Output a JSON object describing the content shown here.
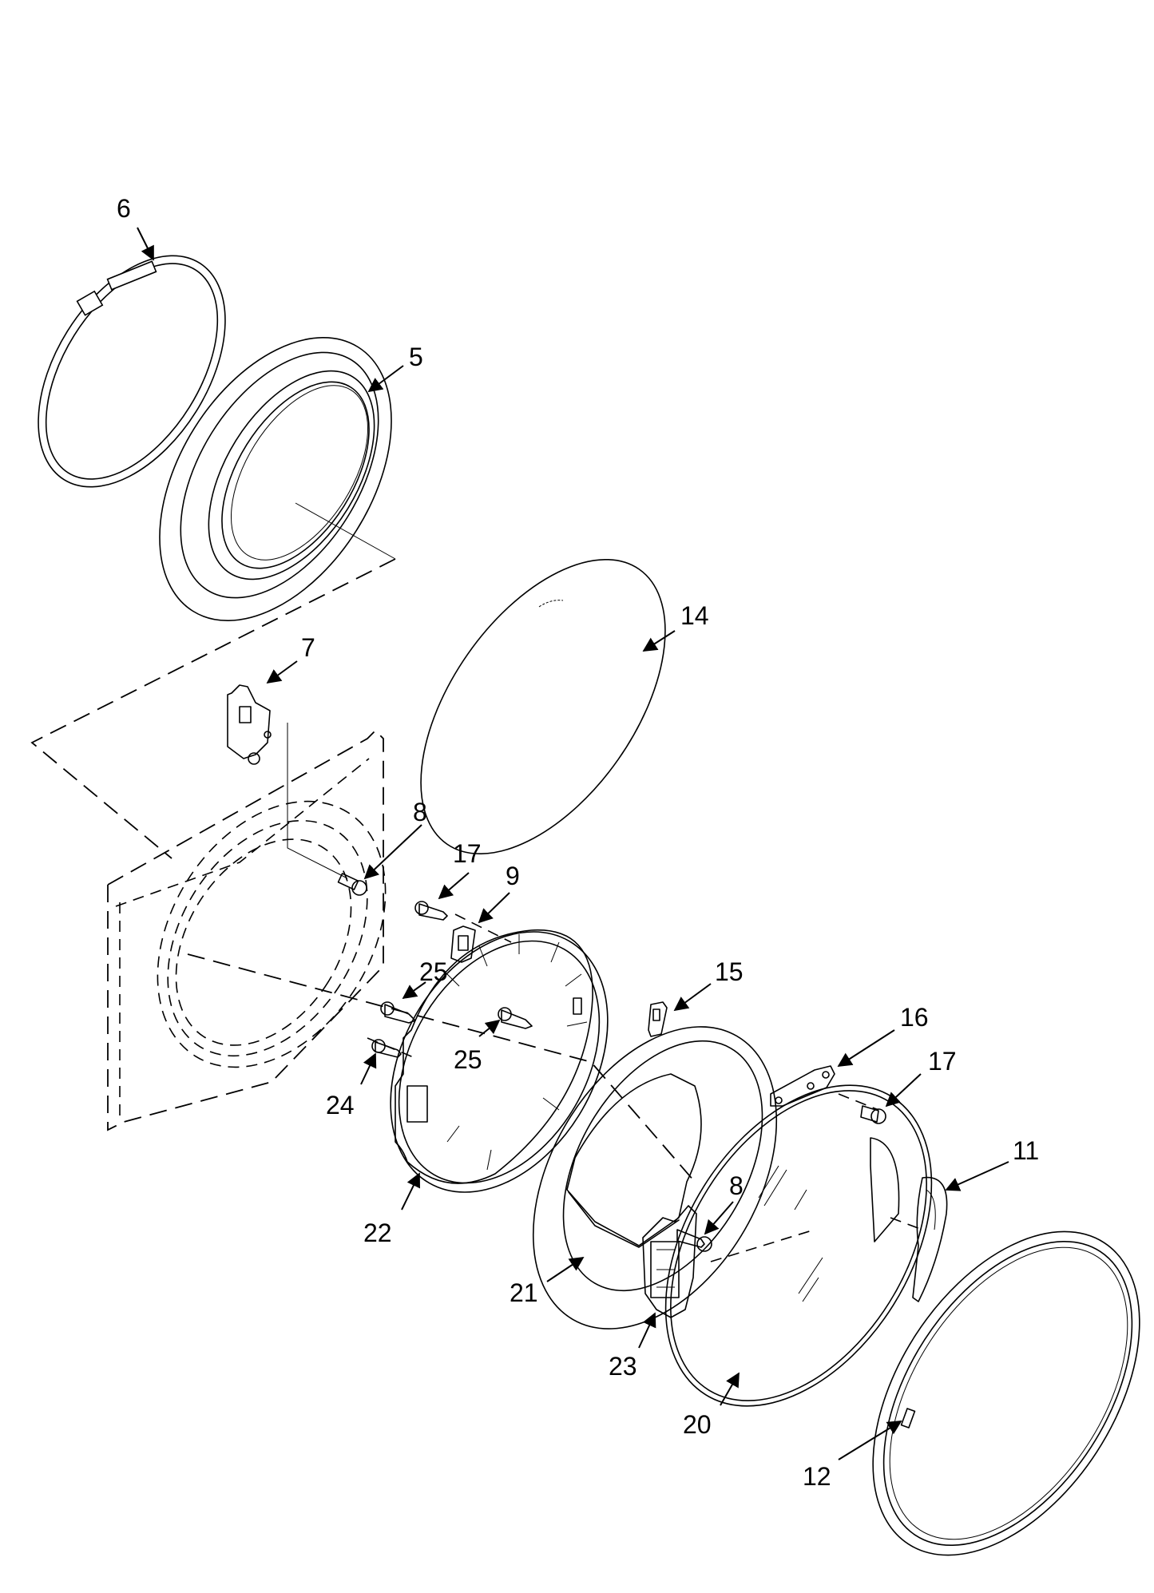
{
  "callouts": [
    {
      "id": "6",
      "label": "6"
    },
    {
      "id": "5",
      "label": "5"
    },
    {
      "id": "14",
      "label": "14"
    },
    {
      "id": "7",
      "label": "7"
    },
    {
      "id": "8a",
      "label": "8"
    },
    {
      "id": "17a",
      "label": "17"
    },
    {
      "id": "9",
      "label": "9"
    },
    {
      "id": "25a",
      "label": "25"
    },
    {
      "id": "25b",
      "label": "25"
    },
    {
      "id": "24",
      "label": "24"
    },
    {
      "id": "15",
      "label": "15"
    },
    {
      "id": "16",
      "label": "16"
    },
    {
      "id": "17b",
      "label": "17"
    },
    {
      "id": "11",
      "label": "11"
    },
    {
      "id": "22",
      "label": "22"
    },
    {
      "id": "8b",
      "label": "8"
    },
    {
      "id": "21",
      "label": "21"
    },
    {
      "id": "23",
      "label": "23"
    },
    {
      "id": "20",
      "label": "20"
    },
    {
      "id": "12",
      "label": "12"
    }
  ],
  "colors": {
    "ink": "#000000",
    "paper": "#ffffff"
  }
}
